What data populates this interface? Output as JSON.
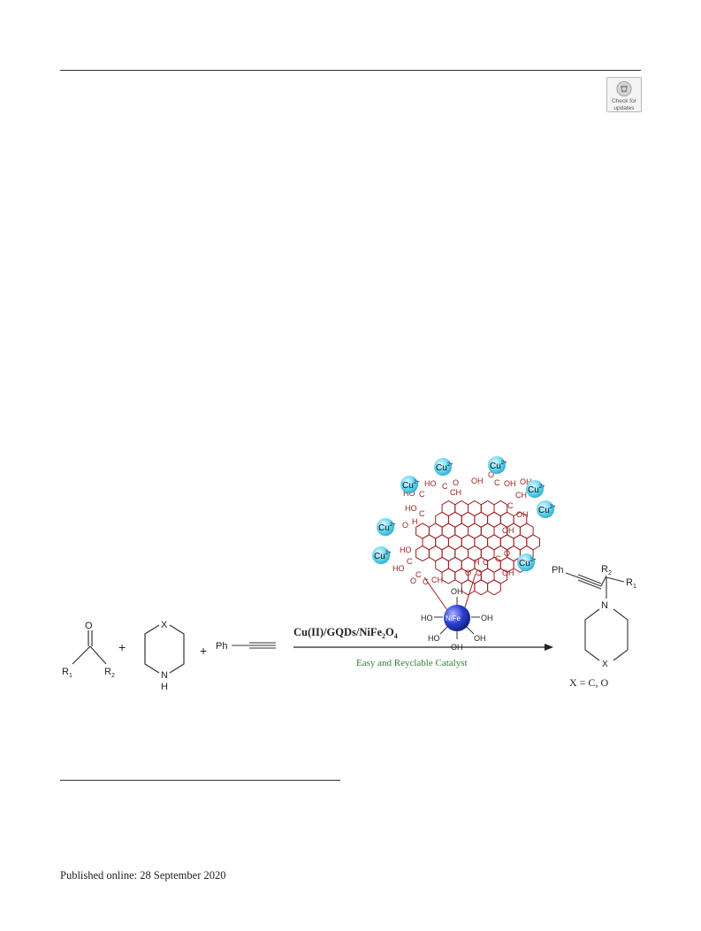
{
  "header": {
    "badge_line1": "Check for",
    "badge_line2": "updates"
  },
  "scheme": {
    "catalyst_label": "Cu(II)/GQDs/NiFe",
    "catalyst_sub": "2",
    "catalyst_mid": "O",
    "catalyst_sub2": "4",
    "arrow_caption": "Easy and Reyclable Catalyst",
    "product_note": "X = C, O",
    "plus": "+",
    "ketone": {
      "o": "O",
      "r1": "R",
      "r1_sub": "1",
      "r2": "R",
      "r2_sub": "2"
    },
    "amine": {
      "x": "X",
      "n": "N",
      "h": "H"
    },
    "alkyne": {
      "ph": "Ph"
    },
    "product": {
      "ph": "Ph",
      "r2": "R",
      "r2_sub": "2",
      "r1": "R",
      "r1_sub": "1",
      "n": "N",
      "x": "X"
    },
    "nanoparticle": {
      "core_label": "NiFe",
      "cu_label": "Cu",
      "cu_charge": "2+",
      "groups": [
        "HO",
        "C",
        "O",
        "OH",
        "CH",
        "2",
        "H",
        "OH",
        "OH",
        "HO",
        "HO",
        "OH",
        "HO",
        "HO",
        "OH"
      ]
    },
    "colors": {
      "graphene": "#9a1d1d",
      "cu_sphere": "#5fd3f0",
      "core": "#2a3fd0",
      "caption_green": "#2e7d32"
    }
  },
  "footer": {
    "published": "Published online: 28 September 2020"
  }
}
